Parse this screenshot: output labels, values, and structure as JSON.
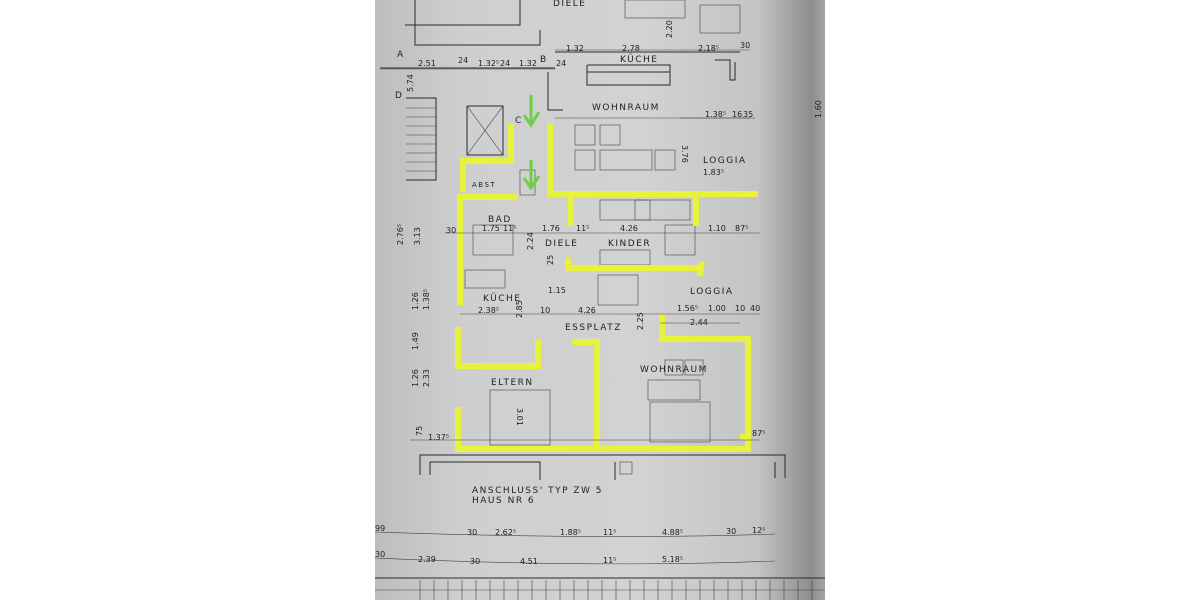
{
  "plan": {
    "rooms": {
      "diele_top": "DIELE",
      "kueche_top": "KÜCHE",
      "wohnraum_top": "WOHNRAUM",
      "loggia_top": "LOGGIA",
      "abst": "ABST",
      "bad": "BAD",
      "diele": "DIELE",
      "kinder": "KINDER",
      "kueche": "KÜCHE",
      "loggia": "LOGGIA",
      "essplatz": "ESSPLATZ",
      "eltern": "ELTERN",
      "wohnraum": "WOHNRAUM"
    },
    "axis_labels": [
      "A",
      "B",
      "C",
      "D"
    ],
    "dimensions": {
      "d1": "2.51",
      "d2": "24",
      "d3": "1.32⁵",
      "d4": "24",
      "d5": "1.32",
      "d6": "24",
      "d7": "1.32",
      "d8": "2.78",
      "d9": "2.20",
      "d10": "2.18⁵",
      "d11": "30",
      "d12": "1.38⁵",
      "d13": "16",
      "d14": "35",
      "d15": "1.83⁵",
      "d16": "3.76",
      "d17": "1.60",
      "d18": "5.74",
      "d19": "1.75",
      "d20": "11⁵",
      "d21": "1.76",
      "d22": "11⁵",
      "d23": "4.26",
      "d24": "1.10",
      "d25": "87⁵",
      "d26": "2.24",
      "d27": "25",
      "d28": "1.15",
      "d29": "2.38⁵",
      "d30": "2.85",
      "d31": "10",
      "d32": "4.26",
      "d33": "2.25",
      "d34": "1.56⁵",
      "d35": "1.00",
      "d36": "10",
      "d37": "40",
      "d38": "2.44",
      "d39": "2.76⁵",
      "d40": "3.13",
      "d41": "1.26",
      "d42": "1.38⁵",
      "d43": "1.49",
      "d44": "1.26",
      "d45": "2.33",
      "d46": "3.01",
      "d47": "1.37⁵",
      "d48": "87⁵",
      "d49": "75",
      "d50": "30"
    },
    "bottom_row1": [
      "99",
      "30",
      "2.62⁵",
      "1.88⁵",
      "11⁵",
      "4.88⁵",
      "30",
      "12⁵"
    ],
    "bottom_row2": [
      "30",
      "2.39",
      "30",
      "4.51",
      "11⁵",
      "5.18⁵"
    ],
    "note_line1": "ANSCHLUSS' TYP ZW 5",
    "note_line2": "HAUS  NR 6",
    "highlight_color": "#e8f23c",
    "arrow_color": "#6ccf4a"
  }
}
